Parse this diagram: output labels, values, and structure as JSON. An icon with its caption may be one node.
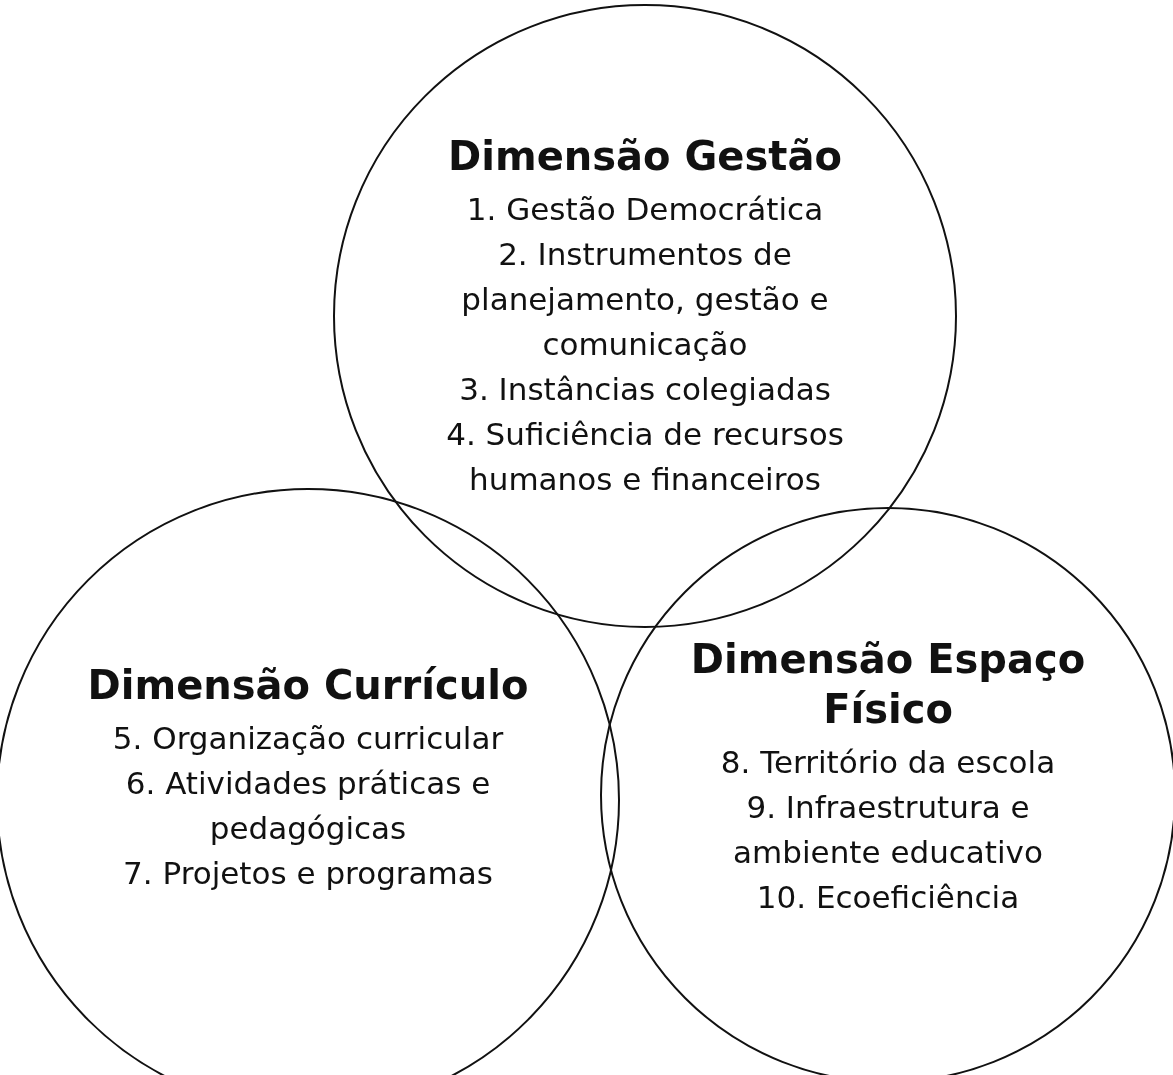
{
  "diagram": {
    "nodes": [
      {
        "text": [
          "Dimensão Gestão",
          "1. Gestão Democrática",
          "2. Instrumentos de planejamento, gestão e comunicação",
          "3. Instâncias colegiadas",
          "4. Suficiência de recursos humanos e financeiros"
        ]
      },
      {
        "text": [
          "Dimensão Currículo",
          "5. Organização curricular",
          "6. Atividades práticas e pedagógicas",
          "7. Projetos e programas"
        ]
      },
      {
        "text": [
          "Dimensão Espaço Físico",
          "8. Território da escola",
          "9. Infraestrutura e ambiente educativo",
          "10. Ecoeficiência"
        ]
      }
    ]
  }
}
